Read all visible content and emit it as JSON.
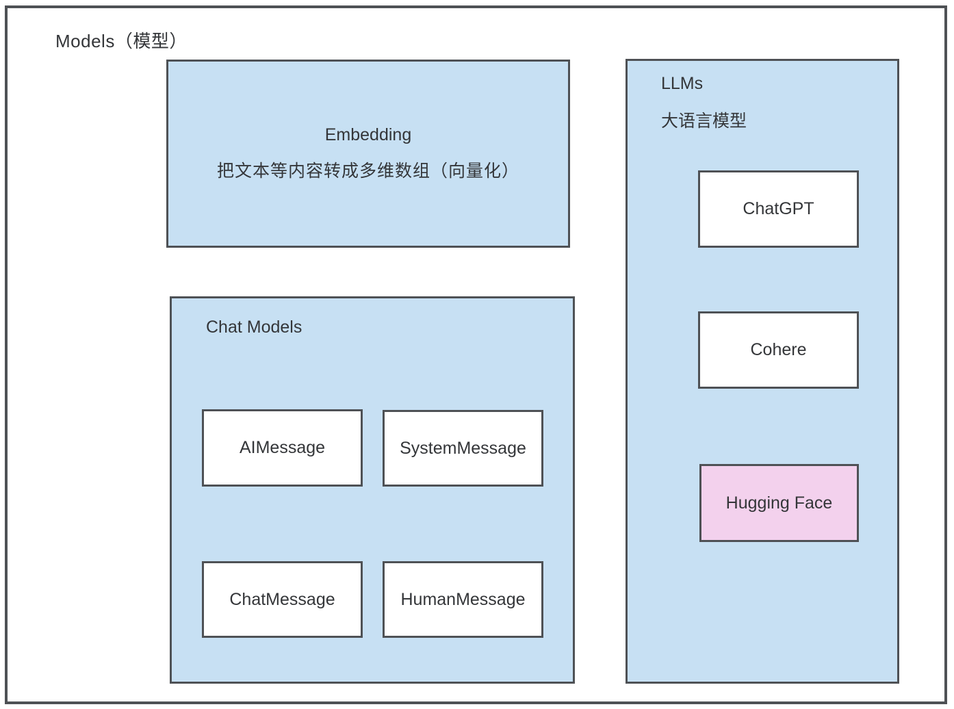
{
  "diagram": {
    "title": "Models（模型）",
    "embedding": {
      "title": "Embedding",
      "subtitle": "把文本等内容转成多维数组（向量化）"
    },
    "chat_models": {
      "title": "Chat Models",
      "items": [
        {
          "label": "AIMessage"
        },
        {
          "label": "SystemMessage"
        },
        {
          "label": "ChatMessage"
        },
        {
          "label": "HumanMessage"
        }
      ]
    },
    "llms": {
      "title": "LLMs",
      "subtitle": "大语言模型",
      "items": [
        {
          "label": "ChatGPT",
          "highlight": false
        },
        {
          "label": "Cohere",
          "highlight": false
        },
        {
          "label": "Hugging Face",
          "highlight": true
        }
      ]
    },
    "colors": {
      "container_fill": "#C7E0F3",
      "node_fill": "#FFFFFF",
      "highlight_fill": "#F3D1ED",
      "border": "#4E5155",
      "text": "#343639"
    }
  }
}
